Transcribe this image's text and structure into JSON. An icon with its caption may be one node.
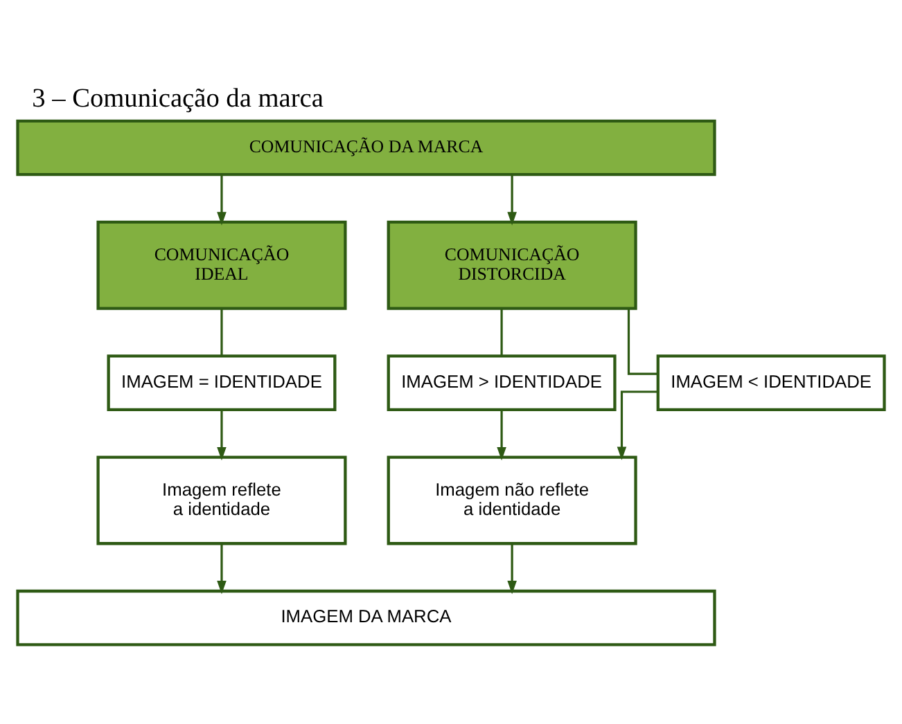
{
  "diagram": {
    "title": "3 – Comunicação da marca",
    "nodes": [
      {
        "text": [
          "COMUNICAÇÃO DA MARCA"
        ]
      },
      {
        "text": [
          "COMUNICAÇÃO IDEAL"
        ]
      },
      {
        "text": [
          "COMUNICAÇÃO DISTORCIDA"
        ]
      },
      {
        "text": [
          "IMAGEM = IDENTIDADE"
        ]
      },
      {
        "text": [
          "IMAGEM > IDENTIDADE"
        ]
      },
      {
        "text": [
          "IMAGEM < IDENTIDADE"
        ]
      },
      {
        "text": [
          "Imagem reflete a identidade"
        ]
      },
      {
        "text": [
          "Imagem não reflete a identidade"
        ]
      },
      {
        "text": [
          "IMAGEM DA MARCA"
        ]
      }
    ],
    "edges": [
      {
        "from": 0,
        "to": 1,
        "arrow": "to"
      },
      {
        "from": 0,
        "to": 2,
        "arrow": "to"
      },
      {
        "from": 1,
        "to": 3,
        "arrow": "none"
      },
      {
        "from": 2,
        "to": 4,
        "arrow": "none"
      },
      {
        "from": 2,
        "to": 5,
        "arrow": "none"
      },
      {
        "from": 3,
        "to": 6,
        "arrow": "to"
      },
      {
        "from": 4,
        "to": 7,
        "arrow": "to"
      },
      {
        "from": 5,
        "to": 7,
        "arrow": "to"
      },
      {
        "from": 6,
        "to": 8,
        "arrow": "to"
      },
      {
        "from": 7,
        "to": 8,
        "arrow": "to"
      }
    ]
  }
}
